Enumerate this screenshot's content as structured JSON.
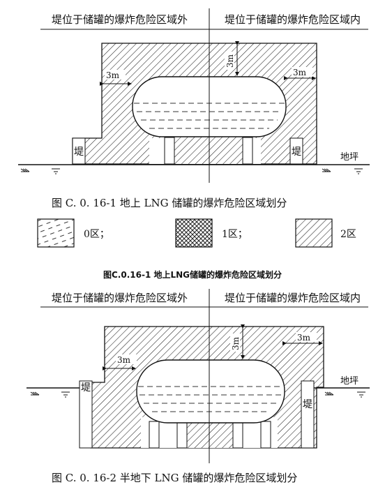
{
  "fig1": {
    "header_left": "堤位于储罐的爆炸危险区域外",
    "header_right": "堤位于储罐的爆炸危险区域内",
    "dim_top": "3m",
    "dim_left": "3m",
    "dim_right": "3m",
    "dike_left": "堤",
    "dike_right": "堤",
    "ground": "地坪",
    "caption": "图 C. 0. 16-1   地上 LNG 储罐的爆炸危险区域划分",
    "legend": [
      {
        "label": "0区；"
      },
      {
        "label": "1区；"
      },
      {
        "label": "2区"
      }
    ]
  },
  "fig1_title": "图C.0.16-1  地上LNG储罐的爆炸危险区域划分",
  "fig2": {
    "header_left": "堤位于储罐的爆炸危险区域外",
    "header_right": "堤位于储罐的爆炸危险区域内",
    "dim_top": "3m",
    "dim_left": "3m",
    "dim_right": "3m",
    "dike_left": "堤",
    "dike_right": "堤",
    "ground": "地坪",
    "caption": "图 C. 0. 16-2   半地下 LNG 储罐的爆炸危险区域划分"
  }
}
